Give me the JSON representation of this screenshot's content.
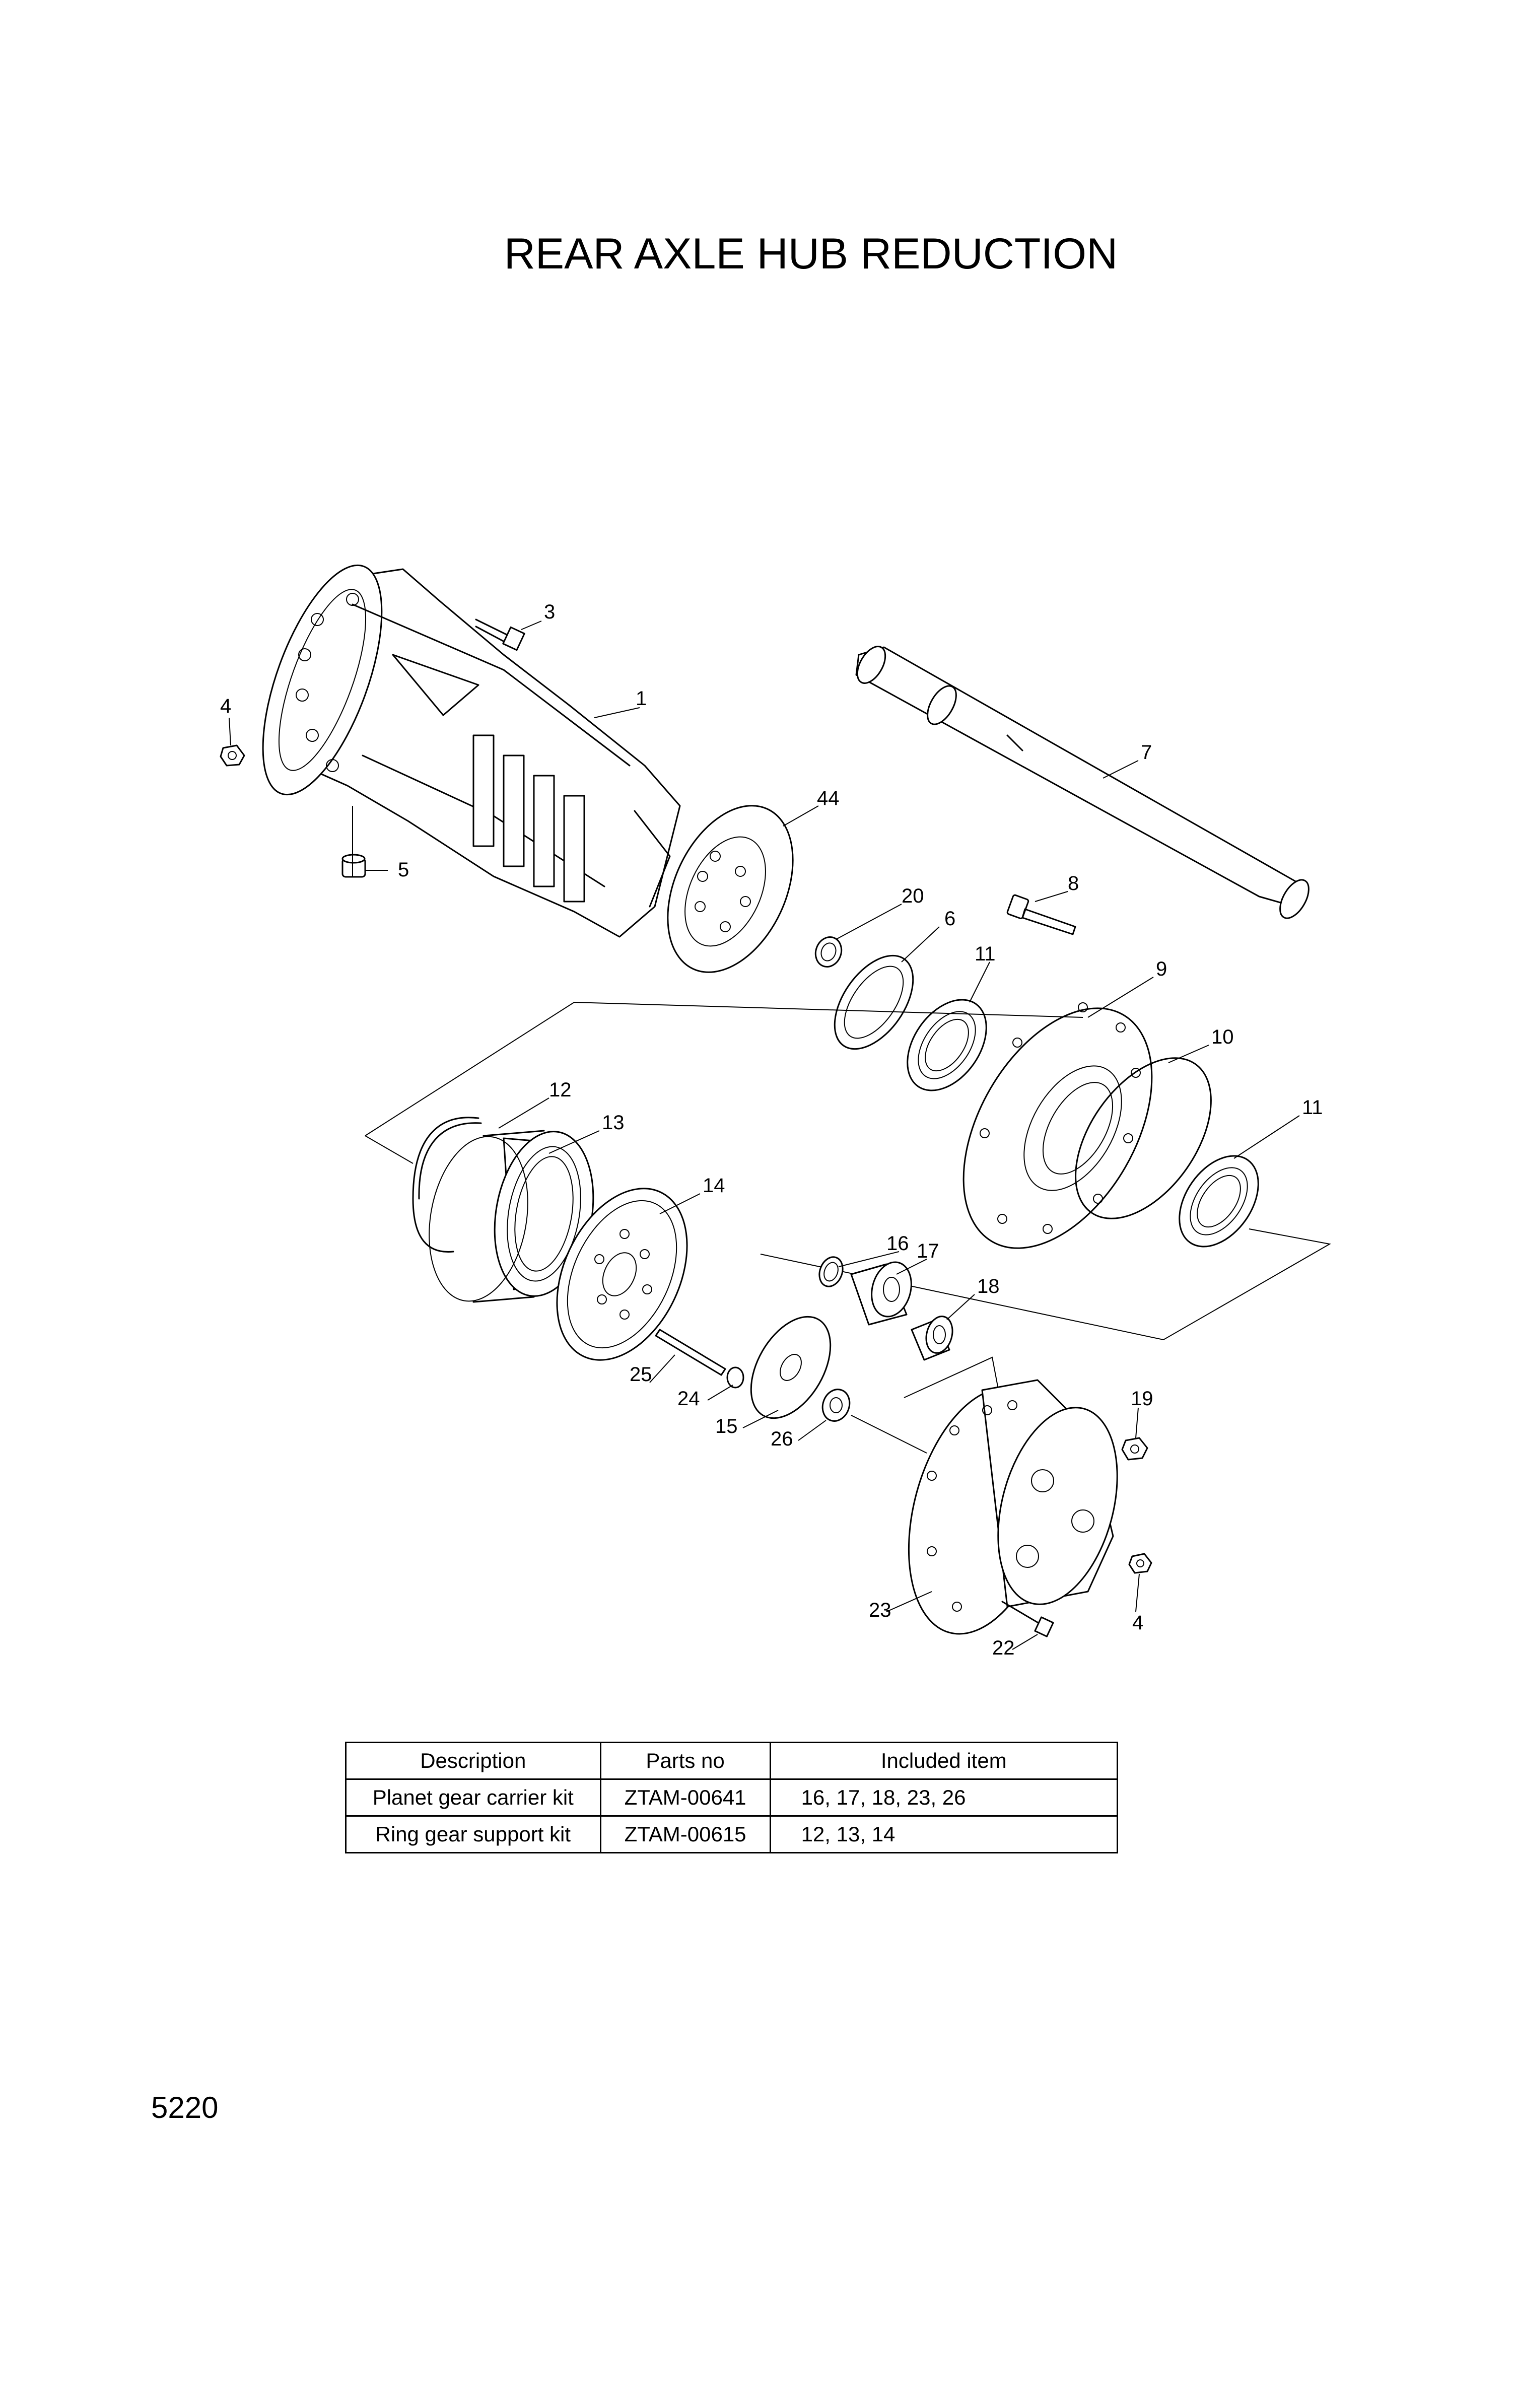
{
  "title": "REAR AXLE HUB REDUCTION",
  "callouts": [
    "1",
    "3",
    "4",
    "5",
    "44",
    "7",
    "8",
    "20",
    "6",
    "11",
    "9",
    "10",
    "11",
    "12",
    "13",
    "14",
    "16",
    "17",
    "18",
    "19",
    "25",
    "24",
    "15",
    "26",
    "23",
    "22",
    "4"
  ],
  "table": {
    "headers": [
      "Description",
      "Parts no",
      "Included item"
    ],
    "rows": [
      {
        "description": "Planet gear carrier kit",
        "parts_no": "ZTAM-00641",
        "included": "16, 17, 18, 23, 26"
      },
      {
        "description": "Ring gear support kit",
        "parts_no": "ZTAM-00615",
        "included": "12, 13, 14"
      }
    ]
  },
  "page_number": "5220"
}
